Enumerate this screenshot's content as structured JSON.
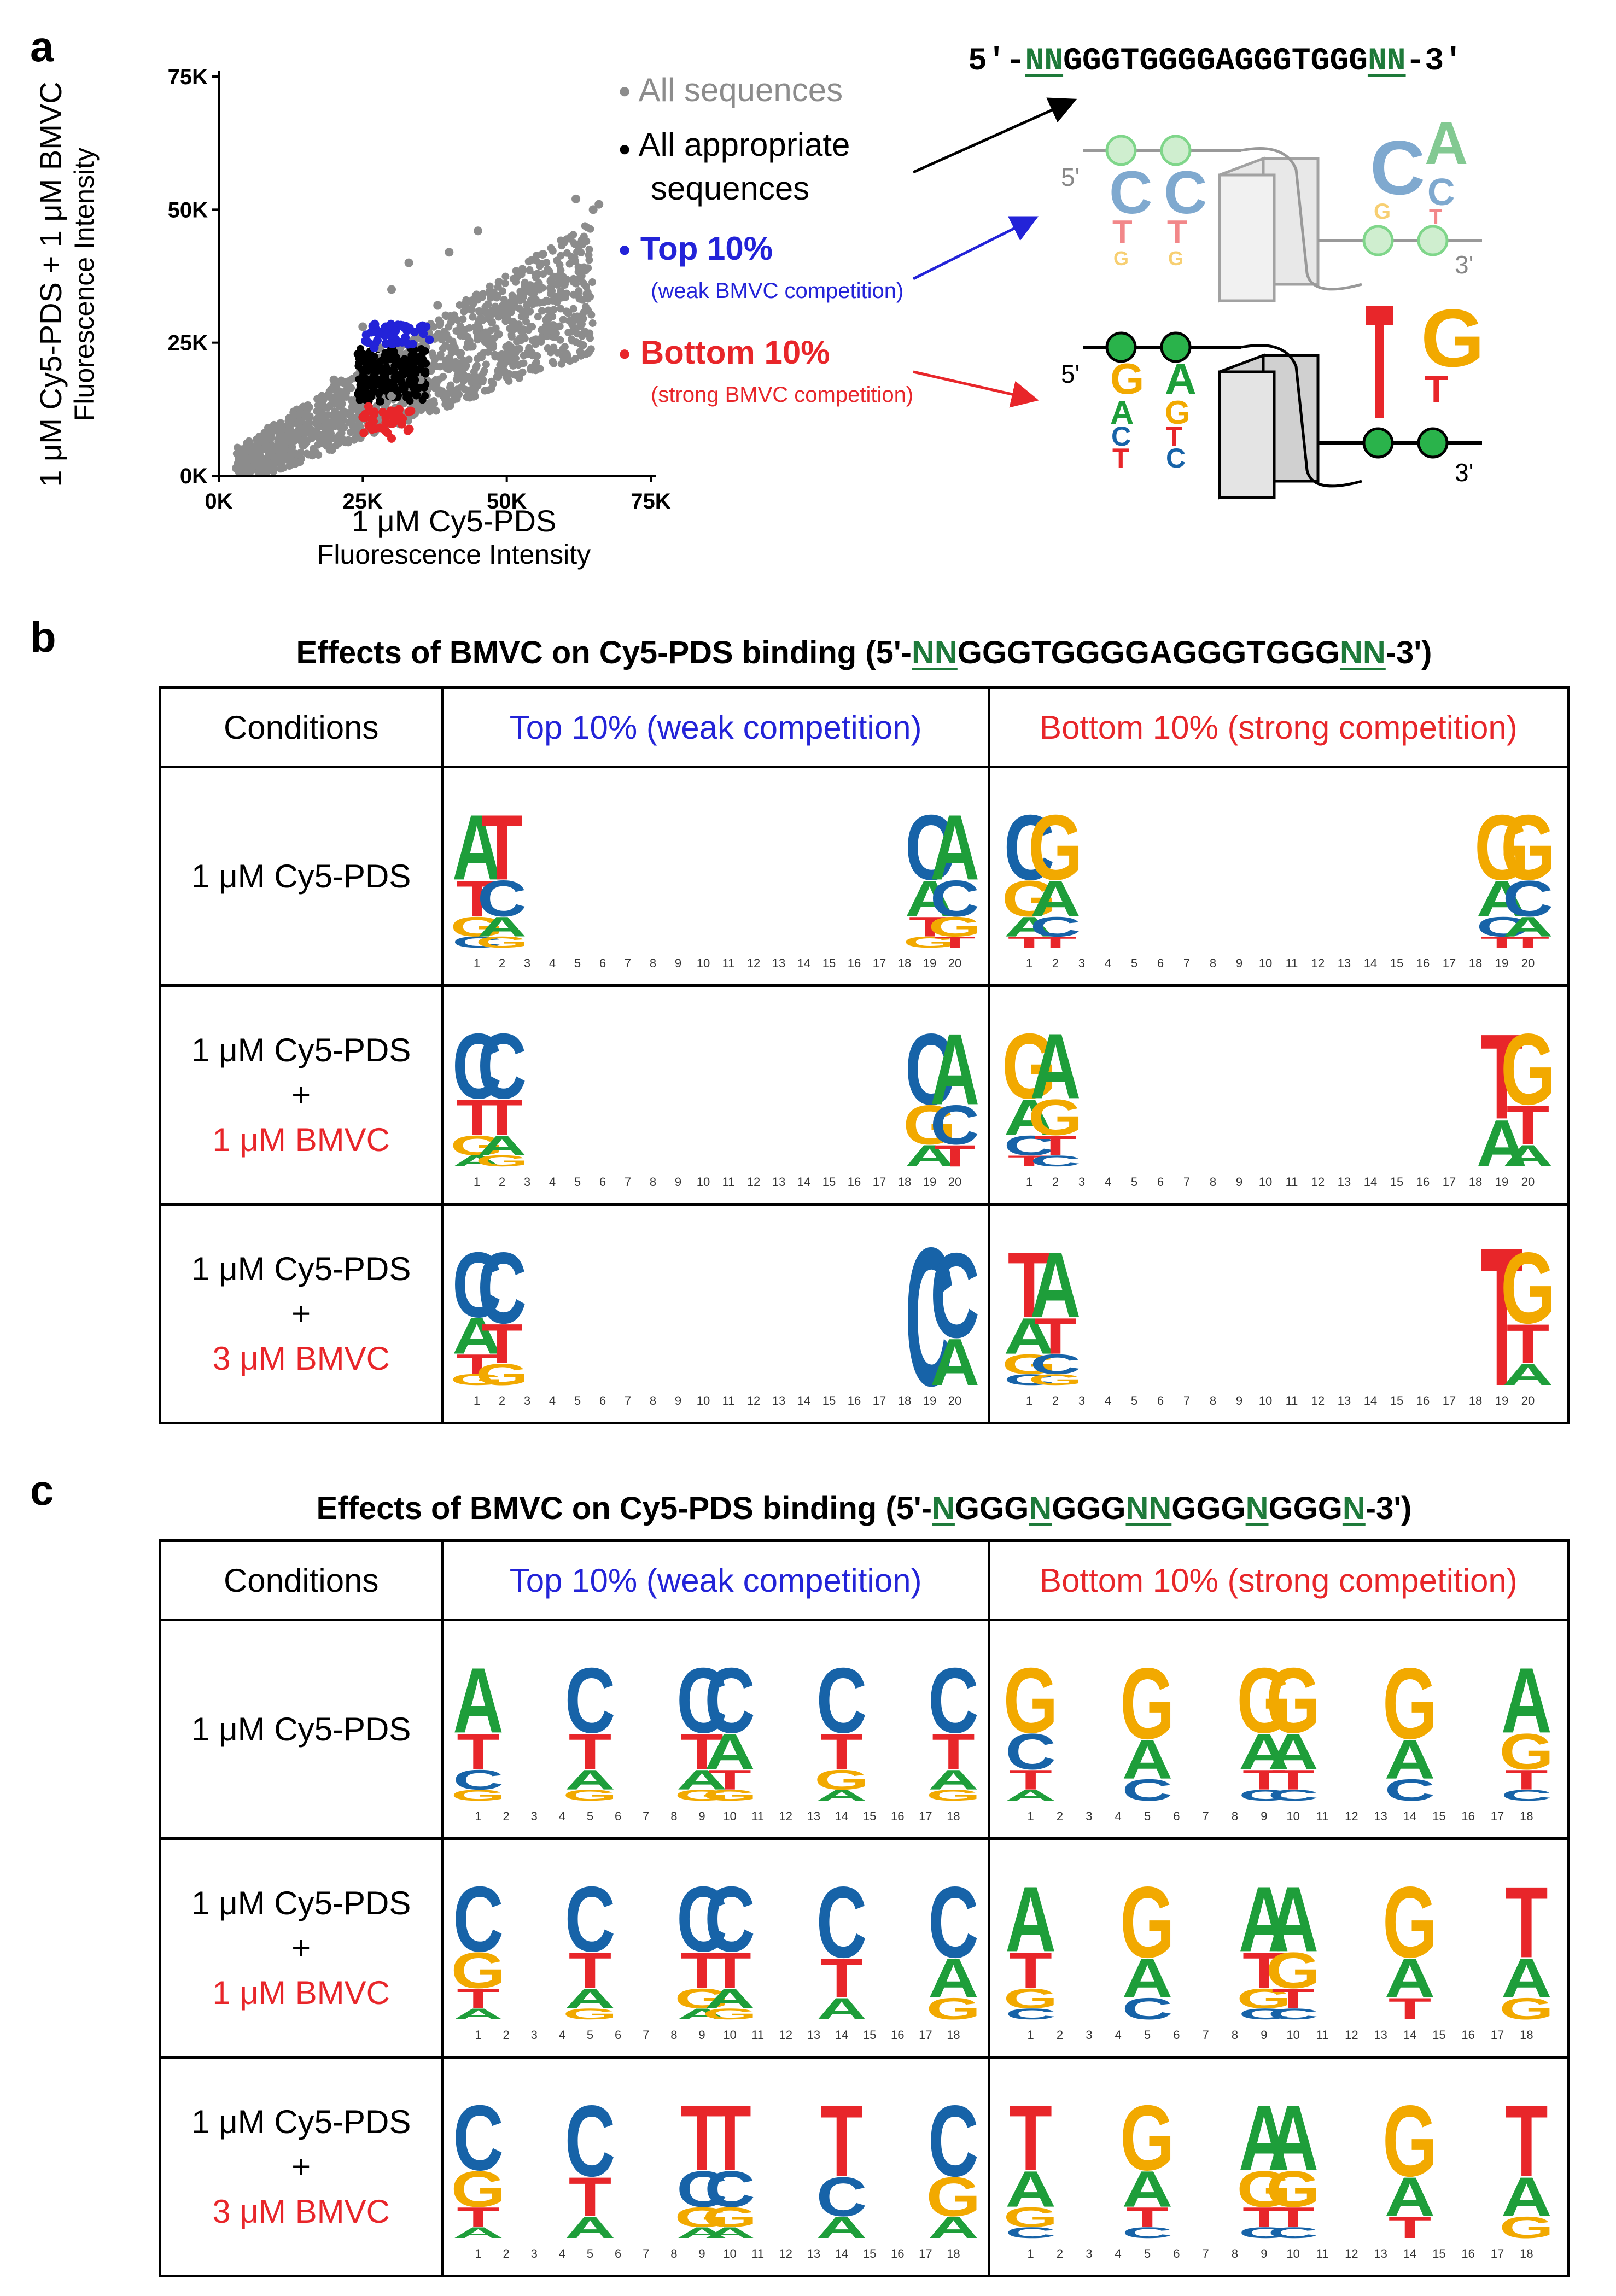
{
  "panel_a": {
    "letter": "a",
    "sequence_title": {
      "prefix": "5'-",
      "nn_left": "NN",
      "core": "GGGTGGGGAGGGTGGG",
      "nn_right": "NN",
      "suffix": "-3'"
    },
    "legend": {
      "all": "All sequences",
      "appropriate_line1": "All appropriate",
      "appropriate_line2": "sequences",
      "top": "Top 10%",
      "top_sub": "(weak BMVC competition)",
      "bottom": "Bottom 10%",
      "bottom_sub": "(strong BMVC competition)"
    },
    "colors": {
      "all": "#8c8c8c",
      "appropriate": "#000000",
      "top": "#2323d8",
      "bottom": "#e8262a",
      "green_bead": "#7fd68a"
    },
    "diagram": {
      "five_prime": "5'",
      "three_prime": "3'"
    },
    "chart_data": {
      "type": "scatter",
      "xlabel_line1": "1 μM Cy5-PDS",
      "xlabel_line2": "Fluorescence Intensity",
      "ylabel_line1": "1 μM Cy5-PDS + 1 μM BMVC",
      "ylabel_line2": "Fluorescence Intensity",
      "x_ticks": [
        "0K",
        "25K",
        "50K",
        "75K"
      ],
      "y_ticks": [
        "0K",
        "25K",
        "50K",
        "75K"
      ],
      "xlim": [
        0,
        75000
      ],
      "ylim": [
        0,
        75000
      ],
      "series": [
        {
          "name": "All sequences",
          "points": [
            [
              6000,
              3000
            ],
            [
              10000,
              5000
            ],
            [
              15000,
              8000
            ],
            [
              20000,
              10000
            ],
            [
              25000,
              12000
            ],
            [
              30000,
              15000
            ],
            [
              35000,
              18000
            ],
            [
              40000,
              22000
            ],
            [
              45000,
              26000
            ],
            [
              50000,
              30000
            ],
            [
              55000,
              33000
            ],
            [
              60000,
              36000
            ],
            [
              25000,
              28000
            ],
            [
              30000,
              35000
            ],
            [
              40000,
              42000
            ],
            [
              45000,
              46000
            ],
            [
              52000,
              38000
            ],
            [
              38000,
              32000
            ],
            [
              62000,
              52000
            ],
            [
              65000,
              50000
            ],
            [
              66000,
              51000
            ],
            [
              33000,
              40000
            ],
            [
              20000,
              18000
            ],
            [
              28000,
              24000
            ]
          ]
        },
        {
          "name": "All appropriate sequences",
          "points": [
            [
              25000,
              15000
            ],
            [
              27000,
              20000
            ],
            [
              28000,
              18000
            ],
            [
              30000,
              22000
            ],
            [
              31000,
              16000
            ],
            [
              32000,
              19000
            ],
            [
              33000,
              21000
            ],
            [
              29000,
              23000
            ],
            [
              26000,
              17000
            ],
            [
              34000,
              18000
            ],
            [
              30000,
              24000
            ],
            [
              28000,
              14000
            ]
          ]
        },
        {
          "name": "Top 10%",
          "points": [
            [
              26000,
              25000
            ],
            [
              28000,
              27000
            ],
            [
              30000,
              26000
            ],
            [
              32000,
              28000
            ],
            [
              34000,
              27000
            ],
            [
              36000,
              28000
            ],
            [
              27000,
              24000
            ],
            [
              31000,
              25000
            ],
            [
              29000,
              28000
            ]
          ]
        },
        {
          "name": "Bottom 10%",
          "points": [
            [
              25000,
              11000
            ],
            [
              27000,
              12000
            ],
            [
              29000,
              10000
            ],
            [
              31000,
              11000
            ],
            [
              33000,
              12000
            ],
            [
              28000,
              9000
            ],
            [
              30000,
              7000
            ],
            [
              26000,
              13000
            ]
          ]
        }
      ]
    }
  },
  "panel_b": {
    "letter": "b",
    "title_prefix": "Effects of BMVC on Cy5-PDS binding (5'-",
    "title_nn_left": "NN",
    "title_core": "GGGTGGGGAGGGTGGG",
    "title_nn_right": "NN",
    "title_suffix": "-3')",
    "headers": {
      "conditions": "Conditions",
      "top": "Top 10% (weak competition)",
      "bottom": "Bottom 10% (strong competition)"
    },
    "rows": [
      {
        "cond_line1": "1 μM Cy5-PDS",
        "cond_plus": "",
        "cond_bmvc": ""
      },
      {
        "cond_line1": "1 μM Cy5-PDS",
        "cond_plus": "+",
        "cond_bmvc": "1 μM BMVC"
      },
      {
        "cond_line1": "1 μM Cy5-PDS",
        "cond_plus": "+",
        "cond_bmvc": "3 μM BMVC"
      }
    ],
    "positions": [
      "1",
      "2",
      "3",
      "4",
      "5",
      "6",
      "7",
      "8",
      "9",
      "10",
      "11",
      "12",
      "13",
      "14",
      "15",
      "16",
      "17",
      "18",
      "19",
      "20"
    ],
    "logos": [
      {
        "top": {
          "1": "ATGC",
          "2": "TCAG",
          "19": "CATG",
          "20": "ACGT"
        },
        "bottom": {
          "1": "CGAT",
          "2": "GACT",
          "19": "GACT",
          "20": "GCAT"
        }
      },
      {
        "top": {
          "1": "CTGA",
          "2": "CTAG",
          "19": "CGA",
          "20": "ACT"
        },
        "bottom": {
          "1": "GACT",
          "2": "AGTC",
          "19": "TA",
          "20": "GTA"
        }
      },
      {
        "top": {
          "1": "CATG",
          "2": "CTG",
          "19": "C",
          "20": "CA"
        },
        "bottom": {
          "1": "TAGC",
          "2": "ATCG",
          "19": "T",
          "20": "GTA"
        }
      }
    ]
  },
  "panel_c": {
    "letter": "c",
    "title_prefix": "Effects of BMVC on Cy5-PDS binding (5'-",
    "title_parts": [
      "N",
      "GGG",
      "N",
      "GGG",
      "NN",
      "GGG",
      "N",
      "GGG",
      "N"
    ],
    "title_suffix": "-3')",
    "headers": {
      "conditions": "Conditions",
      "top": "Top 10% (weak competition)",
      "bottom": "Bottom 10% (strong competition)"
    },
    "rows": [
      {
        "cond_line1": "1 μM Cy5-PDS",
        "cond_plus": "",
        "cond_bmvc": ""
      },
      {
        "cond_line1": "1 μM Cy5-PDS",
        "cond_plus": "+",
        "cond_bmvc": "1 μM BMVC"
      },
      {
        "cond_line1": "1 μM Cy5-PDS",
        "cond_plus": "+",
        "cond_bmvc": "3 μM BMVC"
      }
    ],
    "positions": [
      "1",
      "2",
      "3",
      "4",
      "5",
      "6",
      "7",
      "8",
      "9",
      "10",
      "11",
      "12",
      "13",
      "14",
      "15",
      "16",
      "17",
      "18"
    ],
    "logos": [
      {
        "top": {
          "1": "ATCG",
          "5": "CTAG",
          "9": "CTAG",
          "10": "CATG",
          "14": "CTGA",
          "18": "CTAG"
        },
        "bottom": {
          "1": "GCTA",
          "5": "GAC",
          "9": "GATC",
          "10": "GATC",
          "14": "GAC",
          "18": "AGTC"
        }
      },
      {
        "top": {
          "1": "CGTA",
          "5": "CTAG",
          "9": "CTGA",
          "10": "CTAG",
          "14": "CTA",
          "18": "CAG"
        },
        "bottom": {
          "1": "ATGC",
          "5": "GAC",
          "9": "ATGC",
          "10": "AGTC",
          "14": "GAT",
          "18": "TAG"
        }
      },
      {
        "top": {
          "1": "CGTA",
          "5": "CTA",
          "9": "TCGA",
          "10": "TCGA",
          "14": "TCA",
          "18": "CGA"
        },
        "bottom": {
          "1": "TAGC",
          "5": "GATC",
          "9": "AGTC",
          "10": "AGTC",
          "14": "GAT",
          "18": "TAG"
        }
      }
    ]
  }
}
